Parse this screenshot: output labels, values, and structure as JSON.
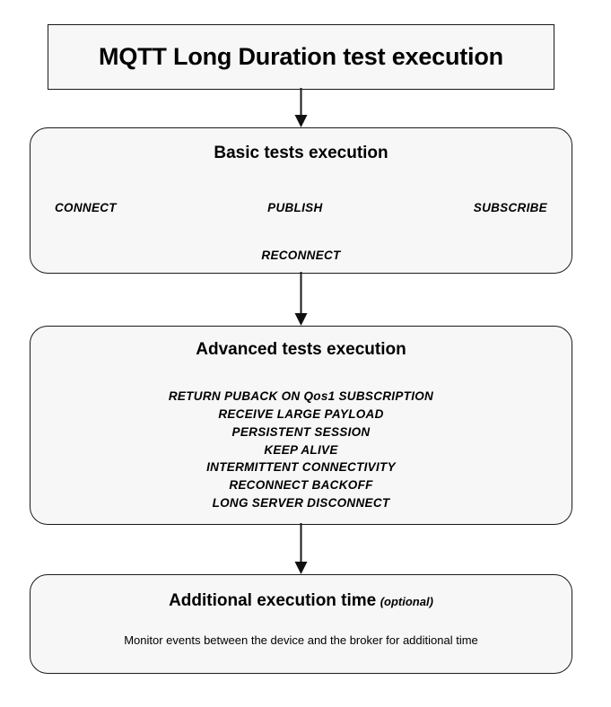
{
  "diagram": {
    "title_box": {
      "text": "MQTT Long Duration test execution"
    },
    "basic": {
      "heading": "Basic tests execution",
      "tests_row1": [
        "CONNECT",
        "PUBLISH",
        "SUBSCRIBE"
      ],
      "tests_row2": [
        "RECONNECT"
      ]
    },
    "advanced": {
      "heading": "Advanced tests execution",
      "tests": [
        "RETURN PUBACK ON Qos1 SUBSCRIPTION",
        "RECEIVE LARGE PAYLOAD",
        "PERSISTENT SESSION",
        "KEEP ALIVE",
        "INTERMITTENT CONNECTIVITY",
        "RECONNECT BACKOFF",
        "LONG SERVER DISCONNECT"
      ]
    },
    "additional": {
      "heading_main": "Additional execution time",
      "heading_optional": "(optional)",
      "body": "Monitor events between the device and the broker for additional time"
    },
    "colors": {
      "page_background": "#ffffff",
      "box_fill": "#f7f7f7",
      "box_stroke": "#1a1a1a",
      "text": "#000000"
    },
    "connectors": [
      {
        "name": "title-to-basic",
        "from": "title_box",
        "to": "basic"
      },
      {
        "name": "basic-to-advanced",
        "from": "basic",
        "to": "advanced"
      },
      {
        "name": "advanced-to-additional",
        "from": "advanced",
        "to": "additional"
      }
    ]
  }
}
